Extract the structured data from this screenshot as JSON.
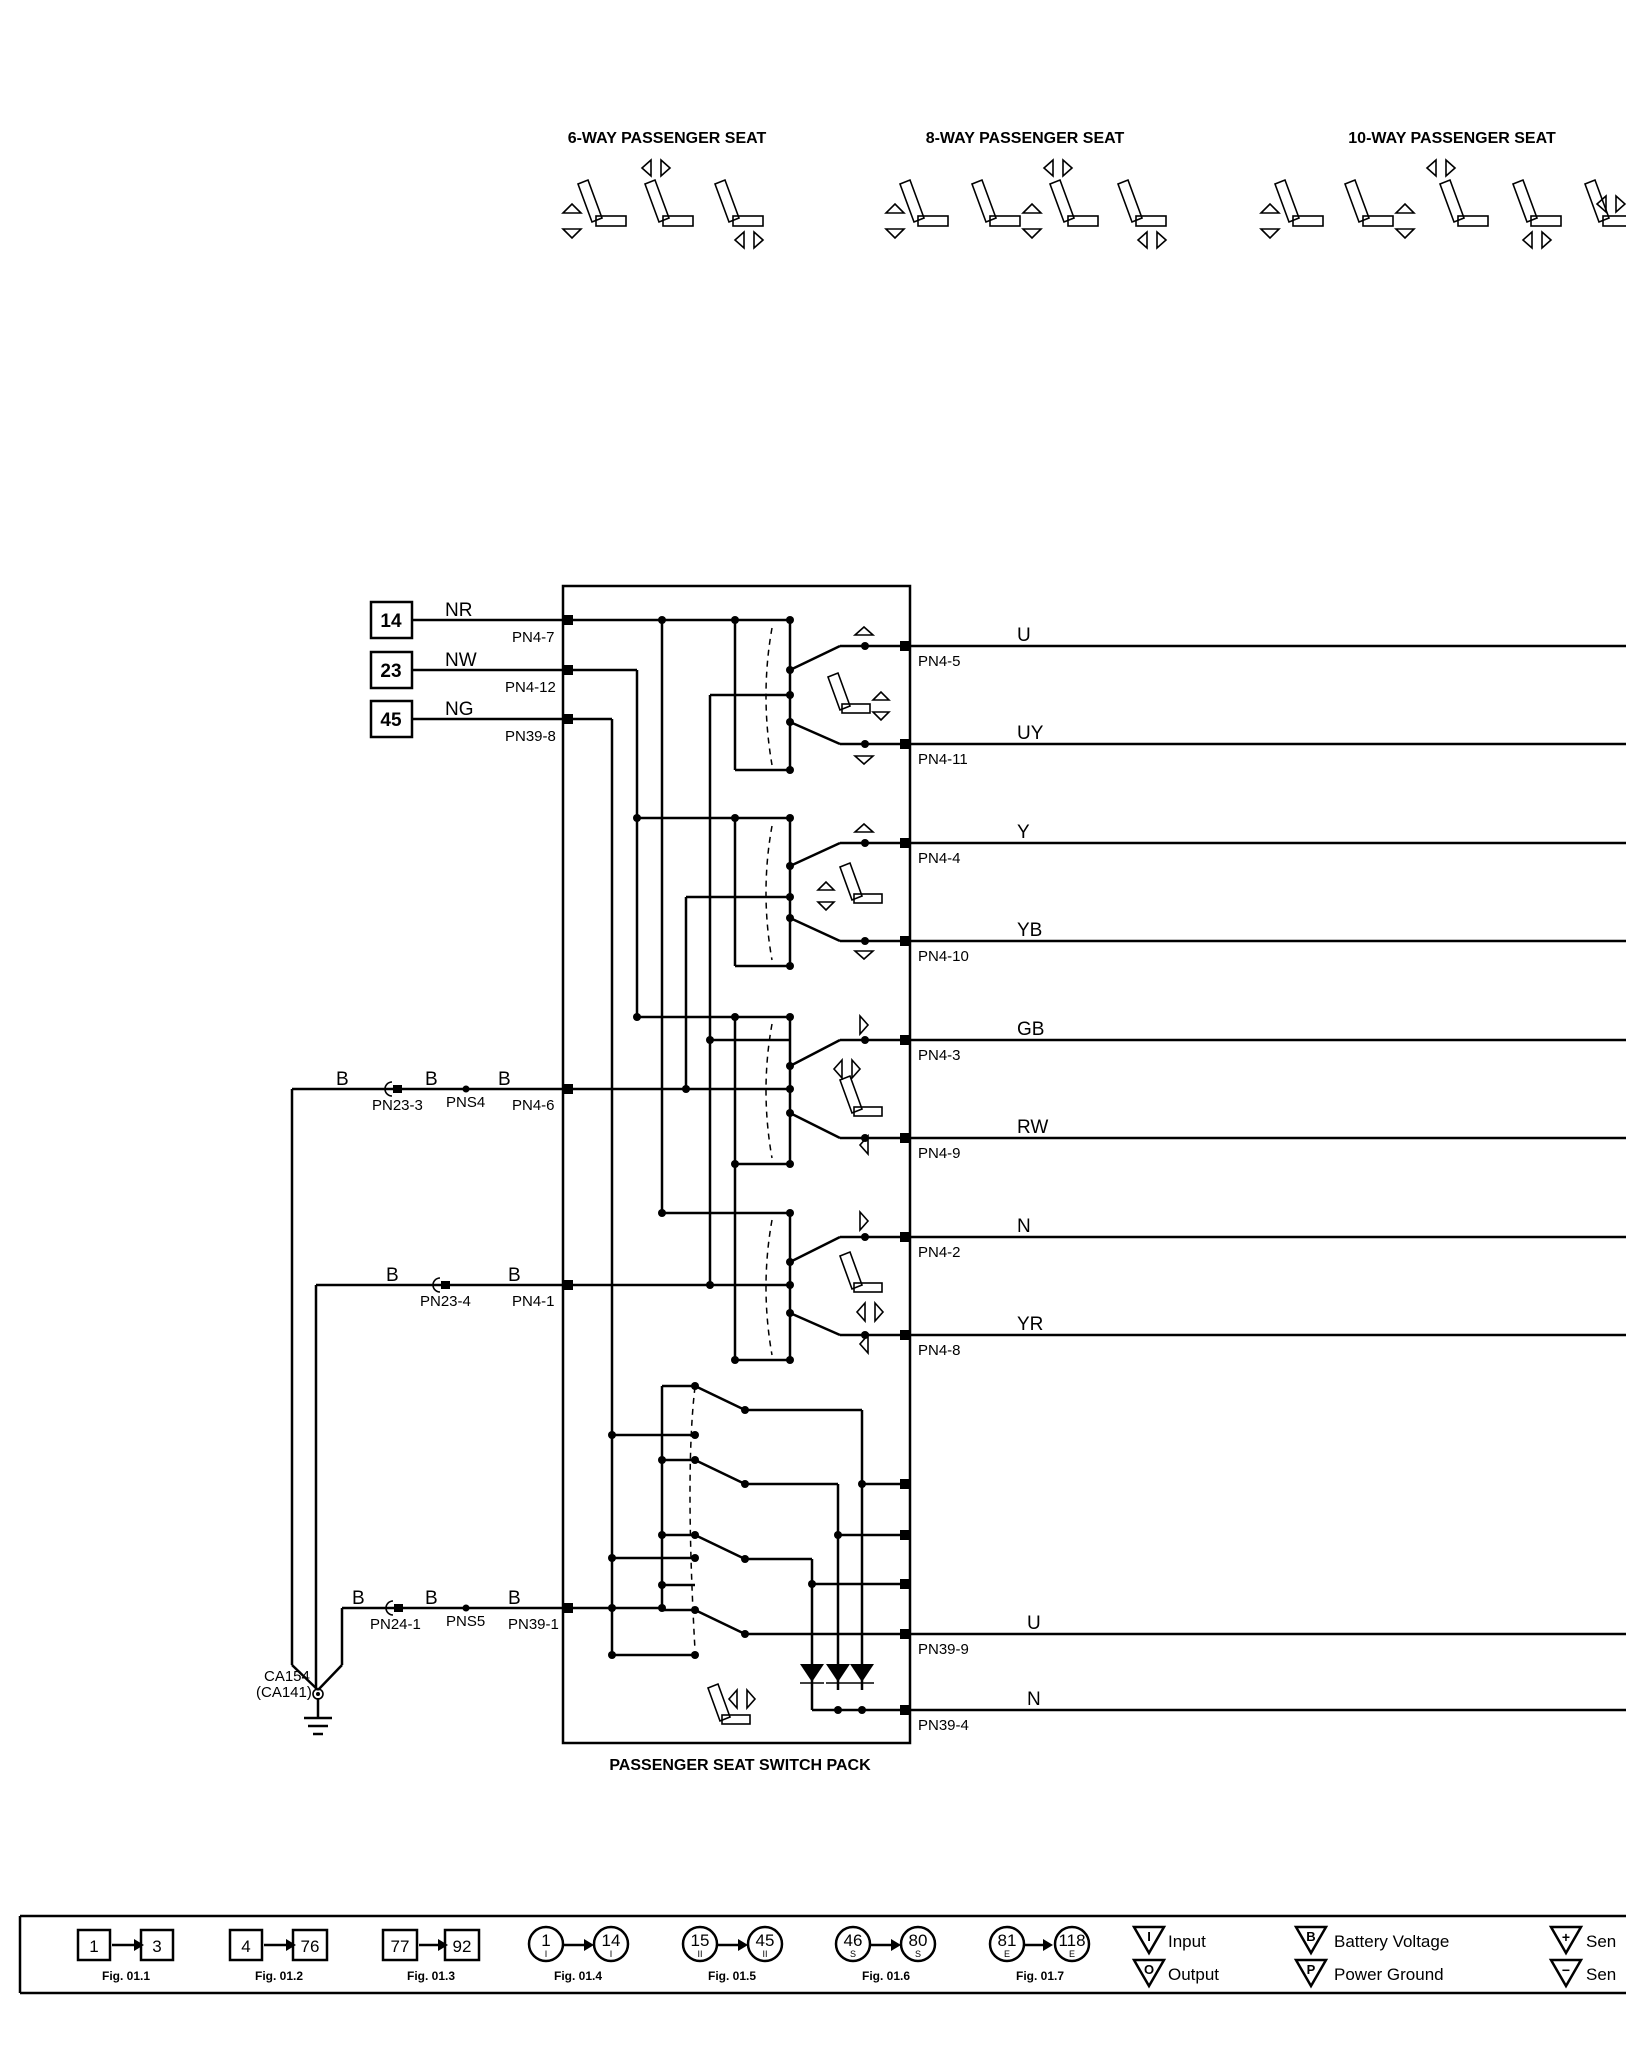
{
  "seat_types": [
    {
      "title": "6-WAY PASSENGER SEAT"
    },
    {
      "title": "8-WAY PASSENGER SEAT"
    },
    {
      "title": "10-WAY PASSENGER SEAT"
    }
  ],
  "switch_pack": {
    "label": "PASSENGER SEAT SWITCH PACK"
  },
  "inputs": [
    {
      "box": "14",
      "wire": "NR",
      "pin": "PN4-7"
    },
    {
      "box": "23",
      "wire": "NW",
      "pin": "PN4-12"
    },
    {
      "box": "45",
      "wire": "NG",
      "pin": "PN39-8"
    }
  ],
  "outputs": [
    {
      "wire": "U",
      "pin": "PN4-5"
    },
    {
      "wire": "UY",
      "pin": "PN4-11"
    },
    {
      "wire": "Y",
      "pin": "PN4-4"
    },
    {
      "wire": "YB",
      "pin": "PN4-10"
    },
    {
      "wire": "GB",
      "pin": "PN4-3"
    },
    {
      "wire": "RW",
      "pin": "PN4-9"
    },
    {
      "wire": "N",
      "pin": "PN4-2"
    },
    {
      "wire": "YR",
      "pin": "PN4-8"
    },
    {
      "wire": "U",
      "pin": "PN39-9"
    },
    {
      "wire": "N",
      "pin": "PN39-4"
    }
  ],
  "grounds": {
    "row1": {
      "wire_left": "B",
      "connector": "PN23-3",
      "wire_mid": "B",
      "splice": "PNS4",
      "wire_right": "B",
      "pin": "PN4-6"
    },
    "row2": {
      "wire_left": "B",
      "connector": "PN23-4",
      "wire_right": "B",
      "pin": "PN4-1"
    },
    "row3": {
      "wire_left": "B",
      "connector": "PN24-1",
      "wire_mid": "B",
      "splice": "PNS5",
      "wire_right": "B",
      "pin": "PN39-1"
    },
    "ground_point": "CA154",
    "ground_point_alt": "(CA141)"
  },
  "legend": {
    "fig_ranges": [
      {
        "from": "1",
        "to": "3",
        "fig": "Fig. 01.1",
        "shape": "square"
      },
      {
        "from": "4",
        "to": "76",
        "fig": "Fig. 01.2",
        "shape": "square"
      },
      {
        "from": "77",
        "to": "92",
        "fig": "Fig. 01.3",
        "shape": "square"
      },
      {
        "from": "1",
        "to": "14",
        "fig": "Fig. 01.4",
        "shape": "circle",
        "sub": "I"
      },
      {
        "from": "15",
        "to": "45",
        "fig": "Fig. 01.5",
        "shape": "circle",
        "sub": "II"
      },
      {
        "from": "46",
        "to": "80",
        "fig": "Fig. 01.6",
        "shape": "circle",
        "sub": "S"
      },
      {
        "from": "81",
        "to": "118",
        "fig": "Fig. 01.7",
        "shape": "circle",
        "sub": "E"
      }
    ],
    "symbols": [
      {
        "letter": "I",
        "label": "Input"
      },
      {
        "letter": "O",
        "label": "Output"
      },
      {
        "letter": "B",
        "label": "Battery Voltage"
      },
      {
        "letter": "P",
        "label": "Power Ground"
      },
      {
        "letter": "+",
        "label": "Sen"
      },
      {
        "letter": "−",
        "label": "Sen"
      }
    ]
  }
}
